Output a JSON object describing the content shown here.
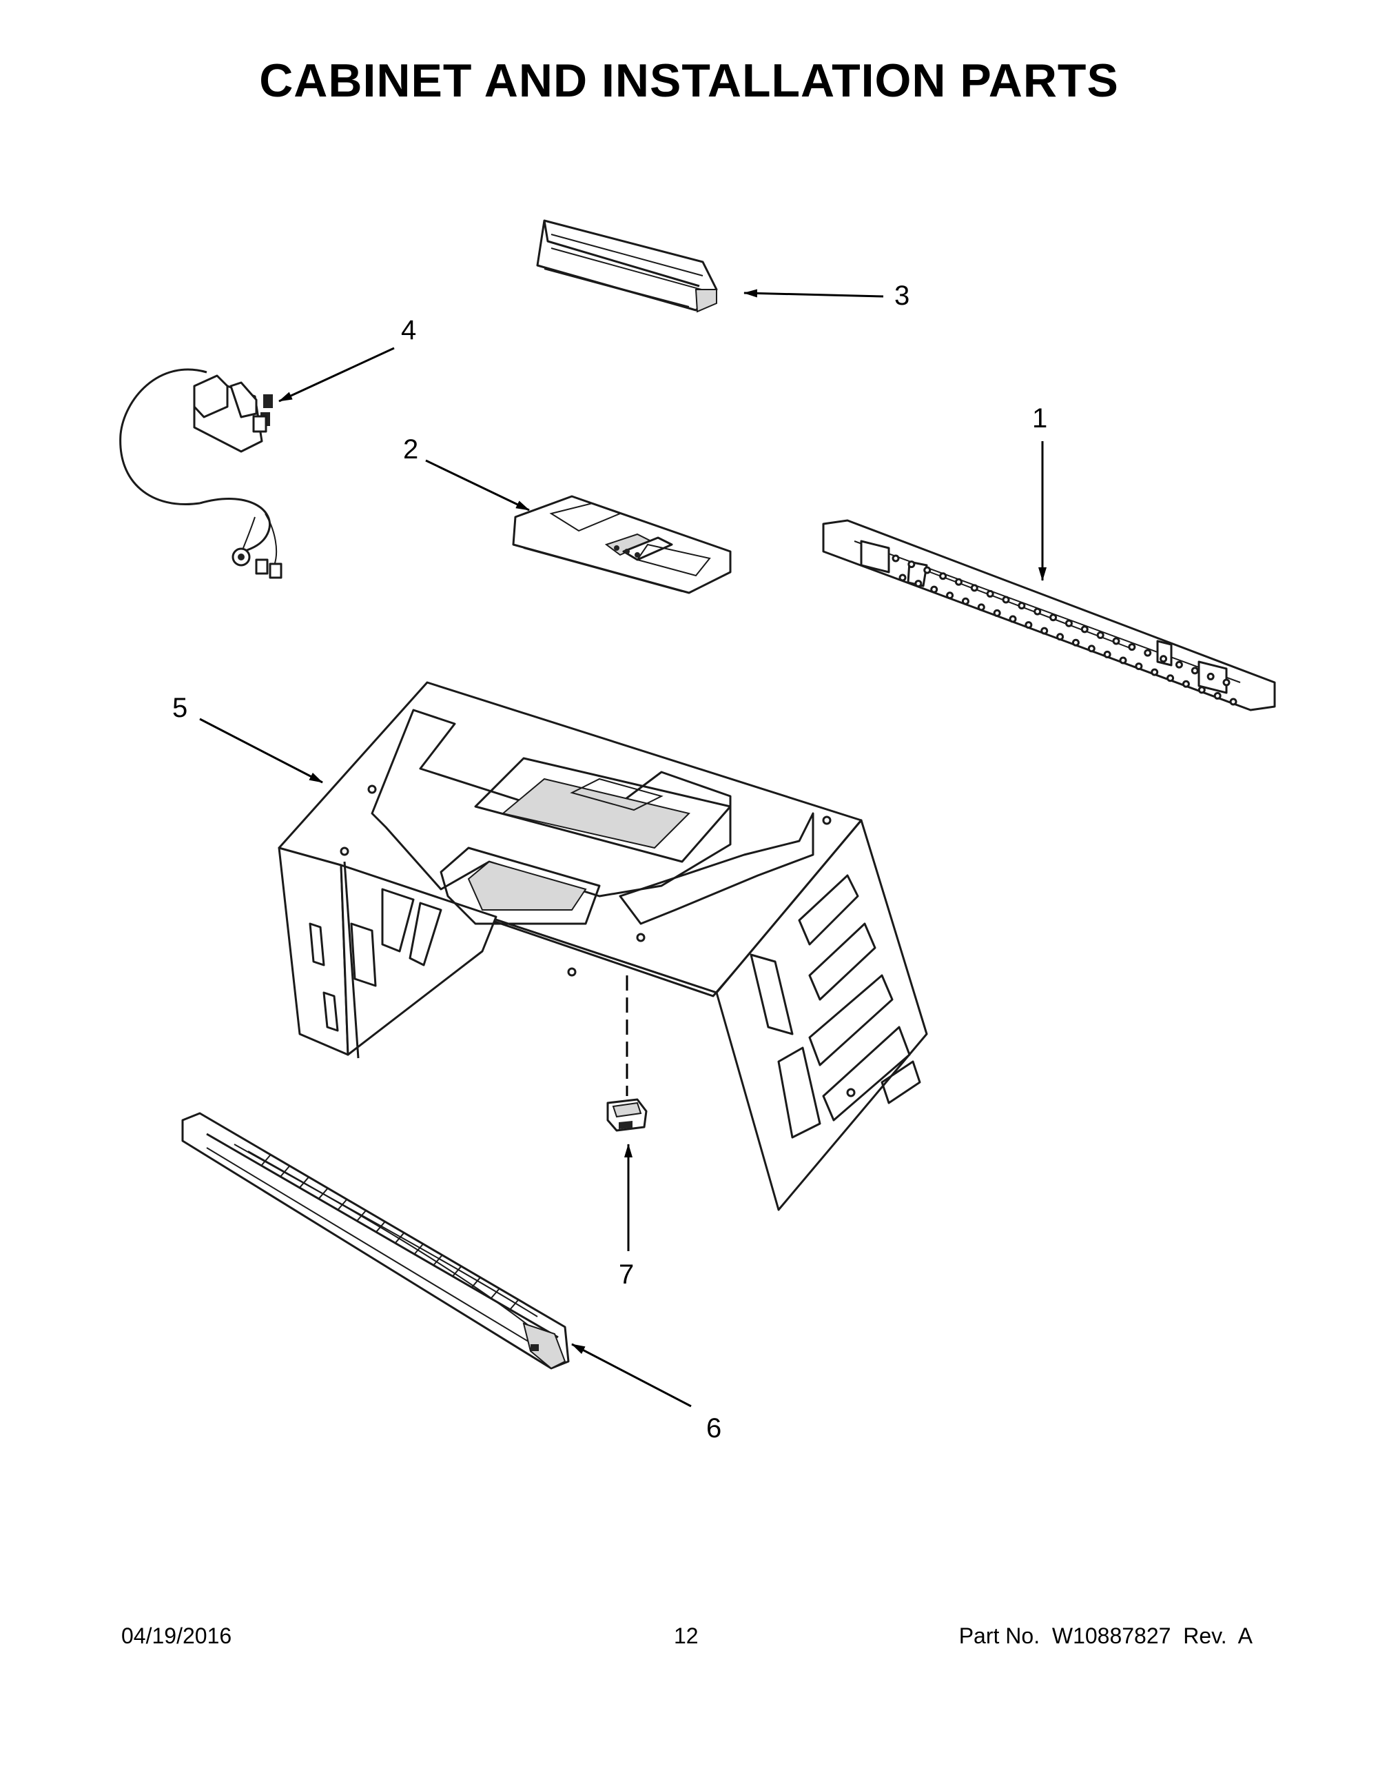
{
  "page": {
    "title": "CABINET AND INSTALLATION PARTS"
  },
  "callouts": [
    {
      "id": "1",
      "label": "1",
      "part": "mounting-plate"
    },
    {
      "id": "2",
      "label": "2",
      "part": "control-bracket"
    },
    {
      "id": "3",
      "label": "3",
      "part": "top-vent"
    },
    {
      "id": "4",
      "label": "4",
      "part": "power-cord"
    },
    {
      "id": "5",
      "label": "5",
      "part": "cabinet-wrapper"
    },
    {
      "id": "6",
      "label": "6",
      "part": "vent-grille"
    },
    {
      "id": "7",
      "label": "7",
      "part": "clip"
    }
  ],
  "footer": {
    "date": "04/19/2016",
    "page_number": "12",
    "part_number": "Part No.  W10887827  Rev.  A"
  }
}
